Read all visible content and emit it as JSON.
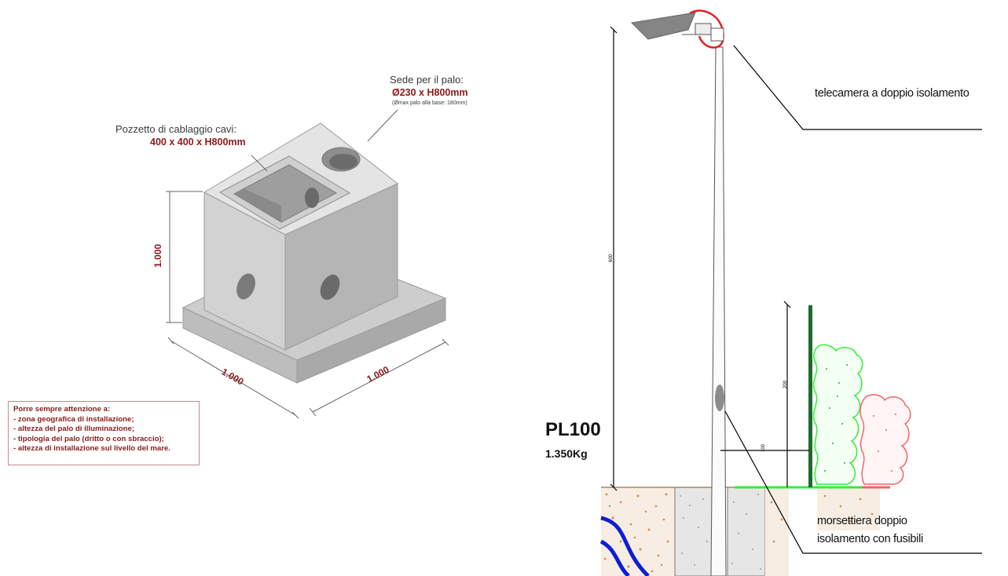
{
  "foundation": {
    "pole_seat_title": "Sede per il palo:",
    "pole_seat_size": "Ø230 x H800mm",
    "pole_seat_note": "(Ømax palo alla base: 180mm)",
    "well_title": "Pozzetto di cablaggio cavi:",
    "well_size": "400 x 400 x H800mm",
    "height_dim": "1.000",
    "width_dim_left": "1.000",
    "width_dim_right": "1.000"
  },
  "warnings": {
    "title": "Porre sempre attenzione a:",
    "items": [
      "- zona geografica di installazione;",
      "- altezza del palo di illuminazione;",
      "- tipologia del palo (dritto o con sbraccio);",
      "- altezza di installazione sul livello del mare."
    ]
  },
  "installation": {
    "model": "PL100",
    "weight": "1.350Kg",
    "camera_label": "telecamera a doppio isolamento",
    "terminal_label_line1": "morsettiera doppio",
    "terminal_label_line2": "isolamento con fusibili",
    "pole_height_dim": "600",
    "fence_height_dim": "200",
    "fence_distance_dim": "100"
  },
  "colors": {
    "accent_red": "#8b1a1a",
    "fence_green": "#1e6b2e",
    "hedge_green": "#33ee33",
    "hedge_pink": "#ee6666",
    "pipe_blue": "#0b1fd6",
    "ground_line": "#a07040"
  }
}
